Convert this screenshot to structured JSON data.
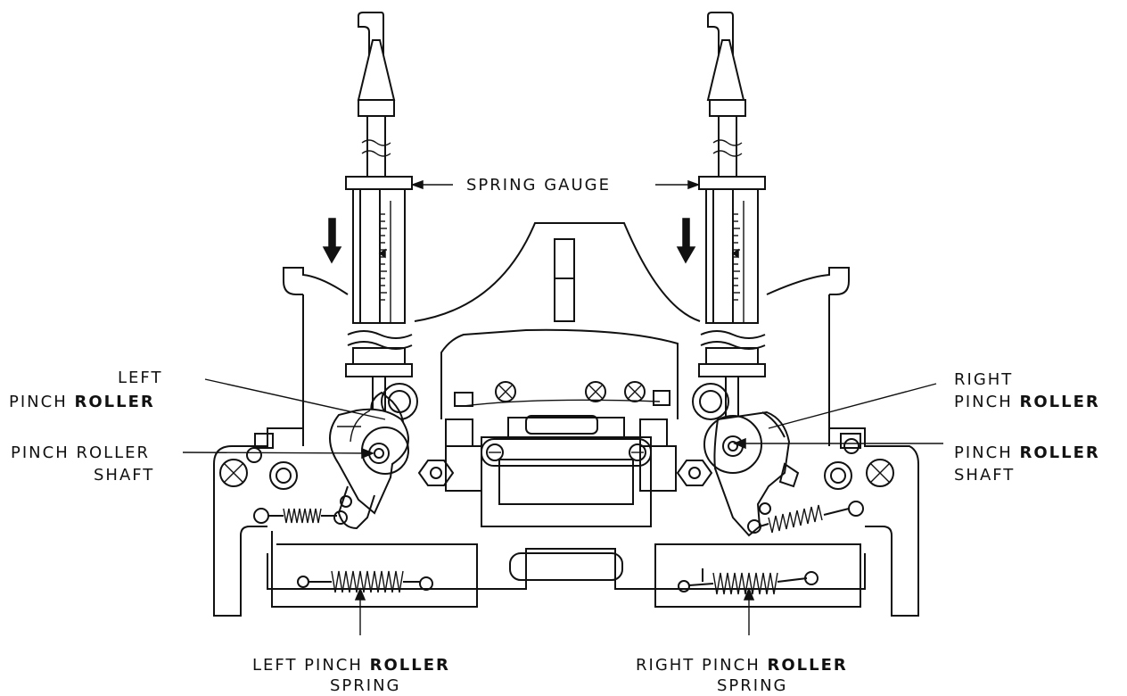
{
  "labels": {
    "spring_gauge": "SPRING GAUGE",
    "left_pinch_roller_line1": "LEFT",
    "left_pinch_roller_line2a": "PINCH",
    "left_pinch_roller_line2b": "ROLLER",
    "left_shaft_line1": "PINCH ROLLER",
    "left_shaft_line2": "SHAFT",
    "right_pinch_roller_line1": "RIGHT",
    "right_pinch_roller_line2a": "PINCH",
    "right_pinch_roller_line2b": "ROLLER",
    "right_shaft_line1a": "PINCH",
    "right_shaft_line1b": "ROLLER",
    "right_shaft_line2": "SHAFT",
    "left_spring_line1a": "LEFT PINCH",
    "left_spring_line1b": "ROLLER",
    "left_spring_line2": "SPRING",
    "right_spring_line1a": "RIGHT PINCH",
    "right_spring_line1b": "ROLLER",
    "right_spring_line2": "SPRING"
  },
  "icons": [
    "spring-gauge-icon",
    "pinch-roller-icon",
    "tension-spring-icon",
    "screw-icon",
    "down-arrow-icon"
  ],
  "colors": {
    "ink": "#111111",
    "paper": "#ffffff"
  }
}
